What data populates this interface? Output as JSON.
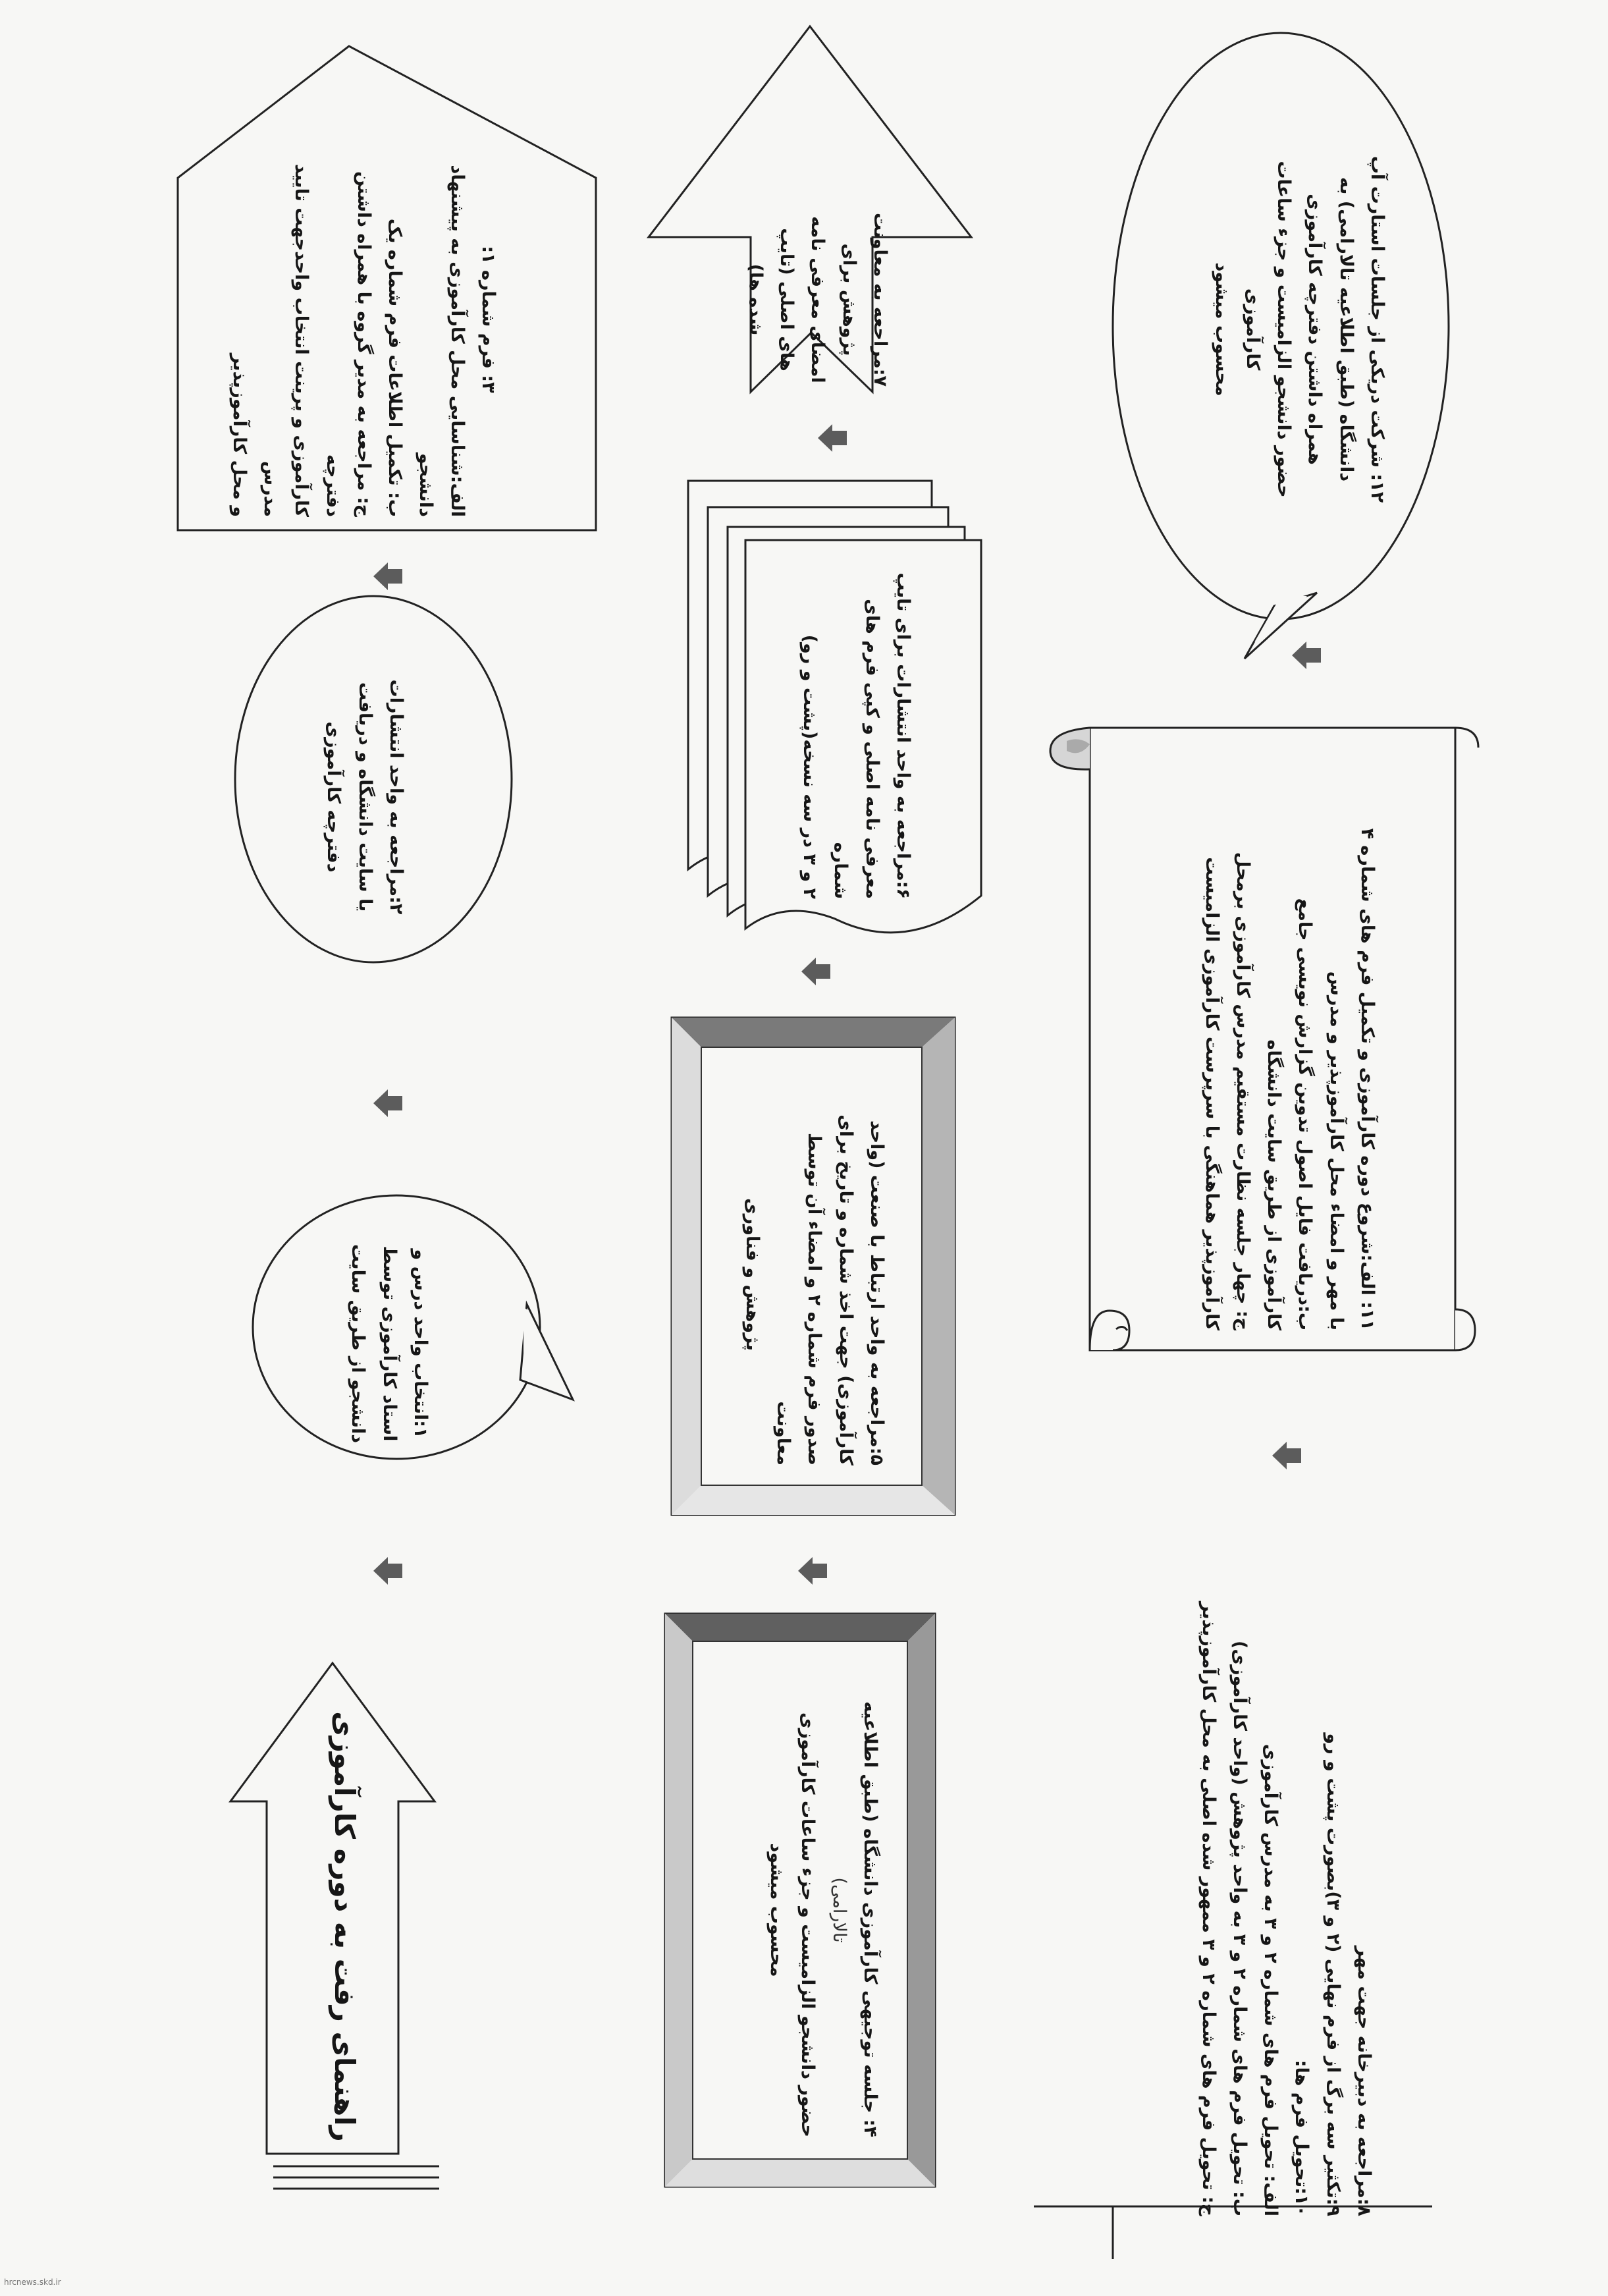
{
  "title": "راهنمای رفت به دوره کارآموزی",
  "steps": {
    "s1": {
      "lines": [
        "۱:انتخاب واحد درس و",
        "استاد کارآموزی توسط",
        "دانشجو از طریق سایت"
      ]
    },
    "s2": {
      "lines": [
        "۲:مراجعه به واحد انتشارات",
        "یا سایت دانشگاه و دریافت",
        "دفترچه کارآموزی"
      ]
    },
    "s3": {
      "lines": [
        "۳: فرم شماره ۱:",
        "الف:شناسایی محل کارآموزی به پیشنهاد دانشجو",
        "ب: تکمیل اطلاعات فرم شماره یک",
        "ج: مراجعه به مدیر گروه با همراه داشتن دفترچه",
        "کارآموزی و پرینت انتخاب واحدجهت تایید مدرس",
        "و محل کارآموزپذیر"
      ]
    },
    "s4": {
      "lines": [
        "۴: جلسه توجیهی کارآموزی دانشگاه (طبق اطلاعیه",
        "تالارامی)",
        "حضور دانشجو الزامیست و جزء ساعات کارآموزی",
        "محسوب میشود"
      ]
    },
    "s5": {
      "lines": [
        "۵:مراجعه به واحد ارتباط با صنعت (واحد",
        "کارآموزی) جهت اخذ شماره و تاریخ برای",
        "صدور فرم شماره ۲ و امضاء آن توسط معاونت",
        "پژوهش و فناوری"
      ]
    },
    "s6": {
      "lines": [
        "۶:مراجعه به واحد انتشارات برای تایپ",
        "معرفی نامه اصلی و کپی فرم های شماره",
        "۲ و ۳ در سه نسخه(پشت و رو)"
      ]
    },
    "s7": {
      "lines": [
        "۷:مراجعه به معاونت",
        "پژوهش برای",
        "امضای معرفی نامه",
        "های اصلی (تایپ",
        "شده ها)"
      ]
    },
    "s8_10": {
      "lines": [
        "۸:مراجعه به دبیرخانه جهت مهر",
        "۹:تکثیر سه برگ از فرم نهایی (۲ و ۳)بصورت پشت و رو",
        "۱۰:تحویل فرم ها:",
        "الف: تحویل فرم های شماره ۲ و ۳ به مدرس کارآموزی",
        "ب: تحویل فرم های شماره ۲ و ۳ به واحد پژوهش (واحد کارآموزی)",
        "ج: تحویل فرم های شماره ۲ و ۳ ممهور شده اصلی به محل کارآموزپذیر"
      ]
    },
    "s11": {
      "lines": [
        "۱۱: الف:شروع دوره کارآموزی و تکمیل فرم های شماره ۴",
        "با مهر و امضاء محل کارآموزپذیر و مدرس",
        "ب:دریافت فایل اصول تدوین گزارش نویسی جامع",
        "کارآموزی از طریق سایت دانشگاه",
        "ج: چهار جلسه نظارت مستقیم مدرس کارآموزی برمحل",
        "کارآموزپذیر هماهنگی با سرپرست کارآموزی الزامیست"
      ]
    },
    "s12": {
      "lines": [
        "۱۲: شرکت دریکی از جلسات استارت آپ",
        "دانشگاه (طبق اطلاعیه تالارامی) به",
        "همراه داشتن دفترچه کارآموزی",
        "حضور دانشجو الزامیست و جزء ساعات کارآموزی",
        "محسوب میشود"
      ]
    }
  },
  "watermark": "hrcnews.skd.ir"
}
